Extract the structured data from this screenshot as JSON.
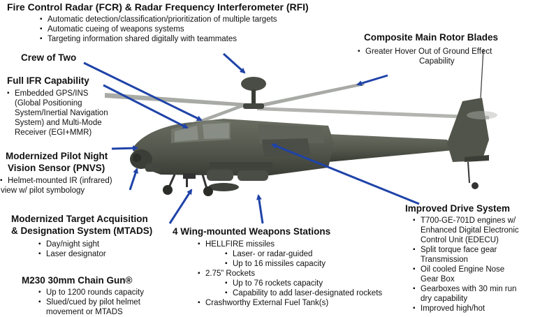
{
  "fcr": {
    "title": "Fire Control Radar (FCR) & Radar Frequency Interferometer (RFI)",
    "bullets": [
      "Automatic detection/classification/prioritization of multiple targets",
      "Automatic cueing of weapons systems",
      "Targeting information shared digitally with teammates"
    ]
  },
  "rotor": {
    "title": "Composite Main Rotor Blades",
    "bullet_line1": "Greater Hover Out of Ground Effect",
    "bullet_line2": "Capability"
  },
  "crew": {
    "title": "Crew of Two"
  },
  "ifr": {
    "title": "Full IFR Capability",
    "bullet_lines": [
      "Embedded GPS/INS",
      "(Global Positioning",
      "System/Inertial Navigation",
      "System) and Multi-Mode",
      "Receiver (EGI+MMR)"
    ]
  },
  "pnvs": {
    "title_line1": "Modernized Pilot Night",
    "title_line2": "Vision Sensor (PNVS)",
    "bullet_line1": "Helmet-mounted IR (infrared)",
    "bullet_line2": "view w/ pilot symbology"
  },
  "mtads": {
    "title_line1": "Modernized Target Acquisition",
    "title_line2": "& Designation System (MTADS)",
    "bullets": [
      "Day/night sight",
      "Laser designator"
    ]
  },
  "gun": {
    "title": "M230 30mm Chain Gun®",
    "bullets": [
      "Up to 1200 rounds capacity",
      "Slued/cued by pilot helmet"
    ],
    "cut_line": "movement or MTADS"
  },
  "wings": {
    "title": "4 Wing-mounted Weapons Stations",
    "hellfire": "HELLFIRE missiles",
    "hellfire_sub": [
      "Laser- or radar-guided",
      "Up to 16 missiles capacity"
    ],
    "rockets": "2.75” Rockets",
    "rockets_sub": [
      "Up to 76 rockets capacity",
      "Capability to add laser-designated rockets"
    ],
    "fuel": "Crashworthy External Fuel Tank(s)"
  },
  "drive": {
    "title": "Improved Drive System",
    "bullets": [
      [
        "T700-GE-701D engines w/",
        "Enhanced Digital Electronic",
        "Control Unit (EDECU)"
      ],
      [
        "Split torque face gear",
        "Transmission"
      ],
      [
        "Oil cooled Engine Nose",
        "Gear Box"
      ],
      [
        "Gearboxes with 30 min run",
        "dry capability"
      ],
      [
        "Improved high/hot"
      ]
    ]
  },
  "colors": {
    "arrow": "#1f43a8",
    "airframe": "#565a50",
    "airframe_dark": "#3b3e37"
  }
}
